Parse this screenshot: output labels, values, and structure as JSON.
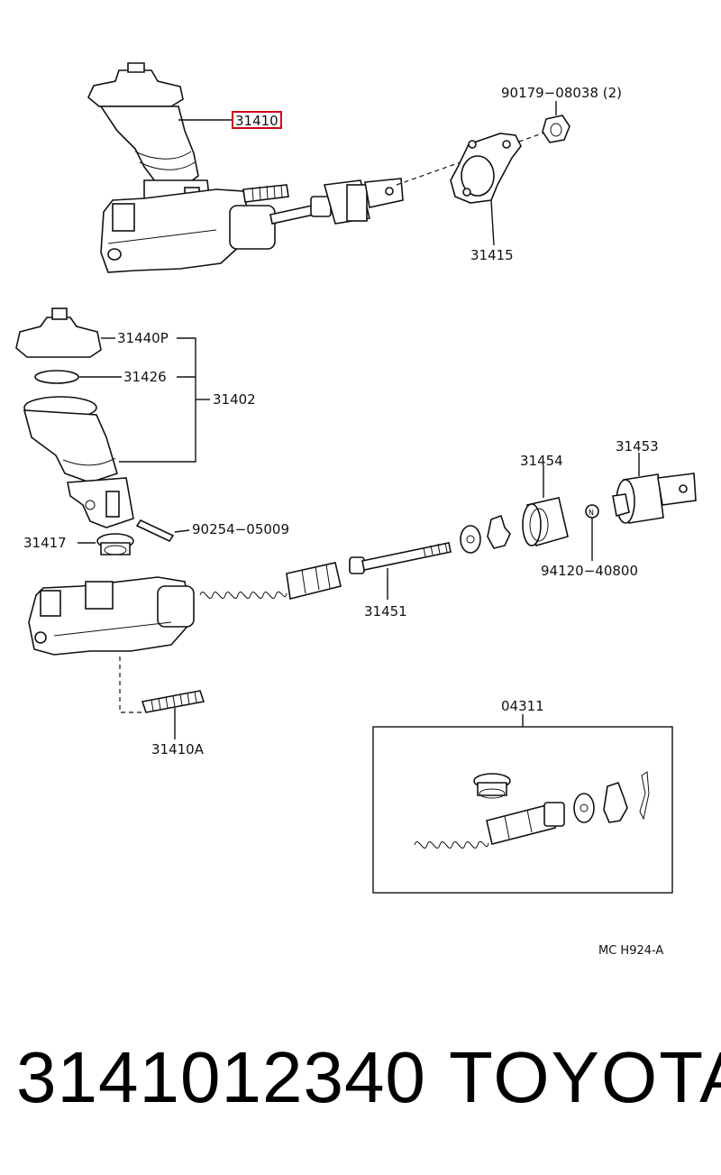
{
  "labels": {
    "p31410": "31410",
    "p90179": "90179−08038 (2)",
    "p31415": "31415",
    "p31440P": "31440P",
    "p31426": "31426",
    "p31402": "31402",
    "p31454": "31454",
    "p31453": "31453",
    "p90254": "90254−05009",
    "p31417": "31417",
    "p94120": "94120−40800",
    "p31451": "31451",
    "p31410A": "31410A",
    "p04311": "04311",
    "ref": "MC  H924-A"
  },
  "highlight_color": "#d0021b",
  "footer": {
    "part_number": "3141012340",
    "brand": "TOYOTA"
  }
}
